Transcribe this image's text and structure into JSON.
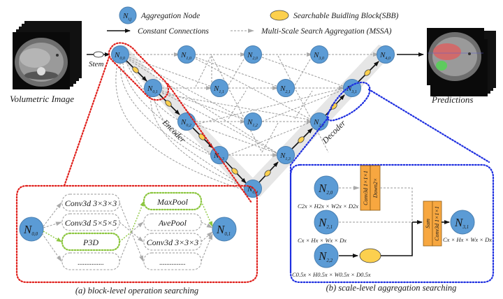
{
  "legend": {
    "node_symbol": "N",
    "node_sub": "i,j",
    "node_label": "Aggregation Node",
    "sbb_label": "Searchable Buidling Block(SBB)",
    "constant_label": "Constant Connections",
    "mssa_label": "Multi-Scale Search Aggregation (MSSA)"
  },
  "colors": {
    "node": "#5b9bd5",
    "sbb": "#fcd04e",
    "block_level_border": "#e0201c",
    "scale_level_border": "#1e2fe0",
    "selected_path": "#8cc63f",
    "operator_box": "#f7a740"
  },
  "main": {
    "input_label": "Volumetric Image",
    "stem_label": "Stem",
    "output_label": "Predictions",
    "encoder_label": "Encoder",
    "decoder_label": "Decoder",
    "nodes": [
      {
        "id": "N00",
        "sub": "0,0"
      },
      {
        "id": "N01",
        "sub": "0,1"
      },
      {
        "id": "N02",
        "sub": "0,2"
      },
      {
        "id": "N03",
        "sub": "0,3"
      },
      {
        "id": "N04",
        "sub": "0,4"
      },
      {
        "id": "N10",
        "sub": "1,0"
      },
      {
        "id": "N11",
        "sub": "1,1"
      },
      {
        "id": "N12",
        "sub": "1,2"
      },
      {
        "id": "N13",
        "sub": "1,3"
      },
      {
        "id": "N20",
        "sub": "2,0"
      },
      {
        "id": "N21",
        "sub": "2,1"
      },
      {
        "id": "N22",
        "sub": "2,2"
      },
      {
        "id": "N30",
        "sub": "3,0"
      },
      {
        "id": "N31",
        "sub": "3,1"
      },
      {
        "id": "N40",
        "sub": "4,0"
      }
    ]
  },
  "panel_a": {
    "caption": "(a) block-level operation searching",
    "input_node_sub": "0,0",
    "output_node_sub": "0,1",
    "left_ops": [
      "Conv3d 3×3×3",
      "Conv3d 5×5×5",
      "P3D",
      "..............."
    ],
    "right_ops": [
      "MaxPool",
      "AvePool",
      "Conv3d 3×3×3",
      "..............."
    ],
    "selected_left": "P3D",
    "selected_right": "MaxPool"
  },
  "panel_b": {
    "caption": "(b) scale-level aggregation searching",
    "inputs": [
      {
        "sub": "2,0",
        "shape": "C2x × H2x × W2x × D2x"
      },
      {
        "sub": "2,1",
        "shape": "Cx × Hx × Wx × Dx"
      },
      {
        "sub": "2,2",
        "shape": "C0.5x × H0.5x × W0.5x × D0.5x"
      }
    ],
    "resample_box": [
      "Conv3d 1×1×1",
      "Down2×"
    ],
    "sum_box": [
      "Sum",
      "Conv3d 1×1×1"
    ],
    "output": {
      "sub": "3,1",
      "shape": "Cx × Hx × Wx × Dx"
    }
  }
}
